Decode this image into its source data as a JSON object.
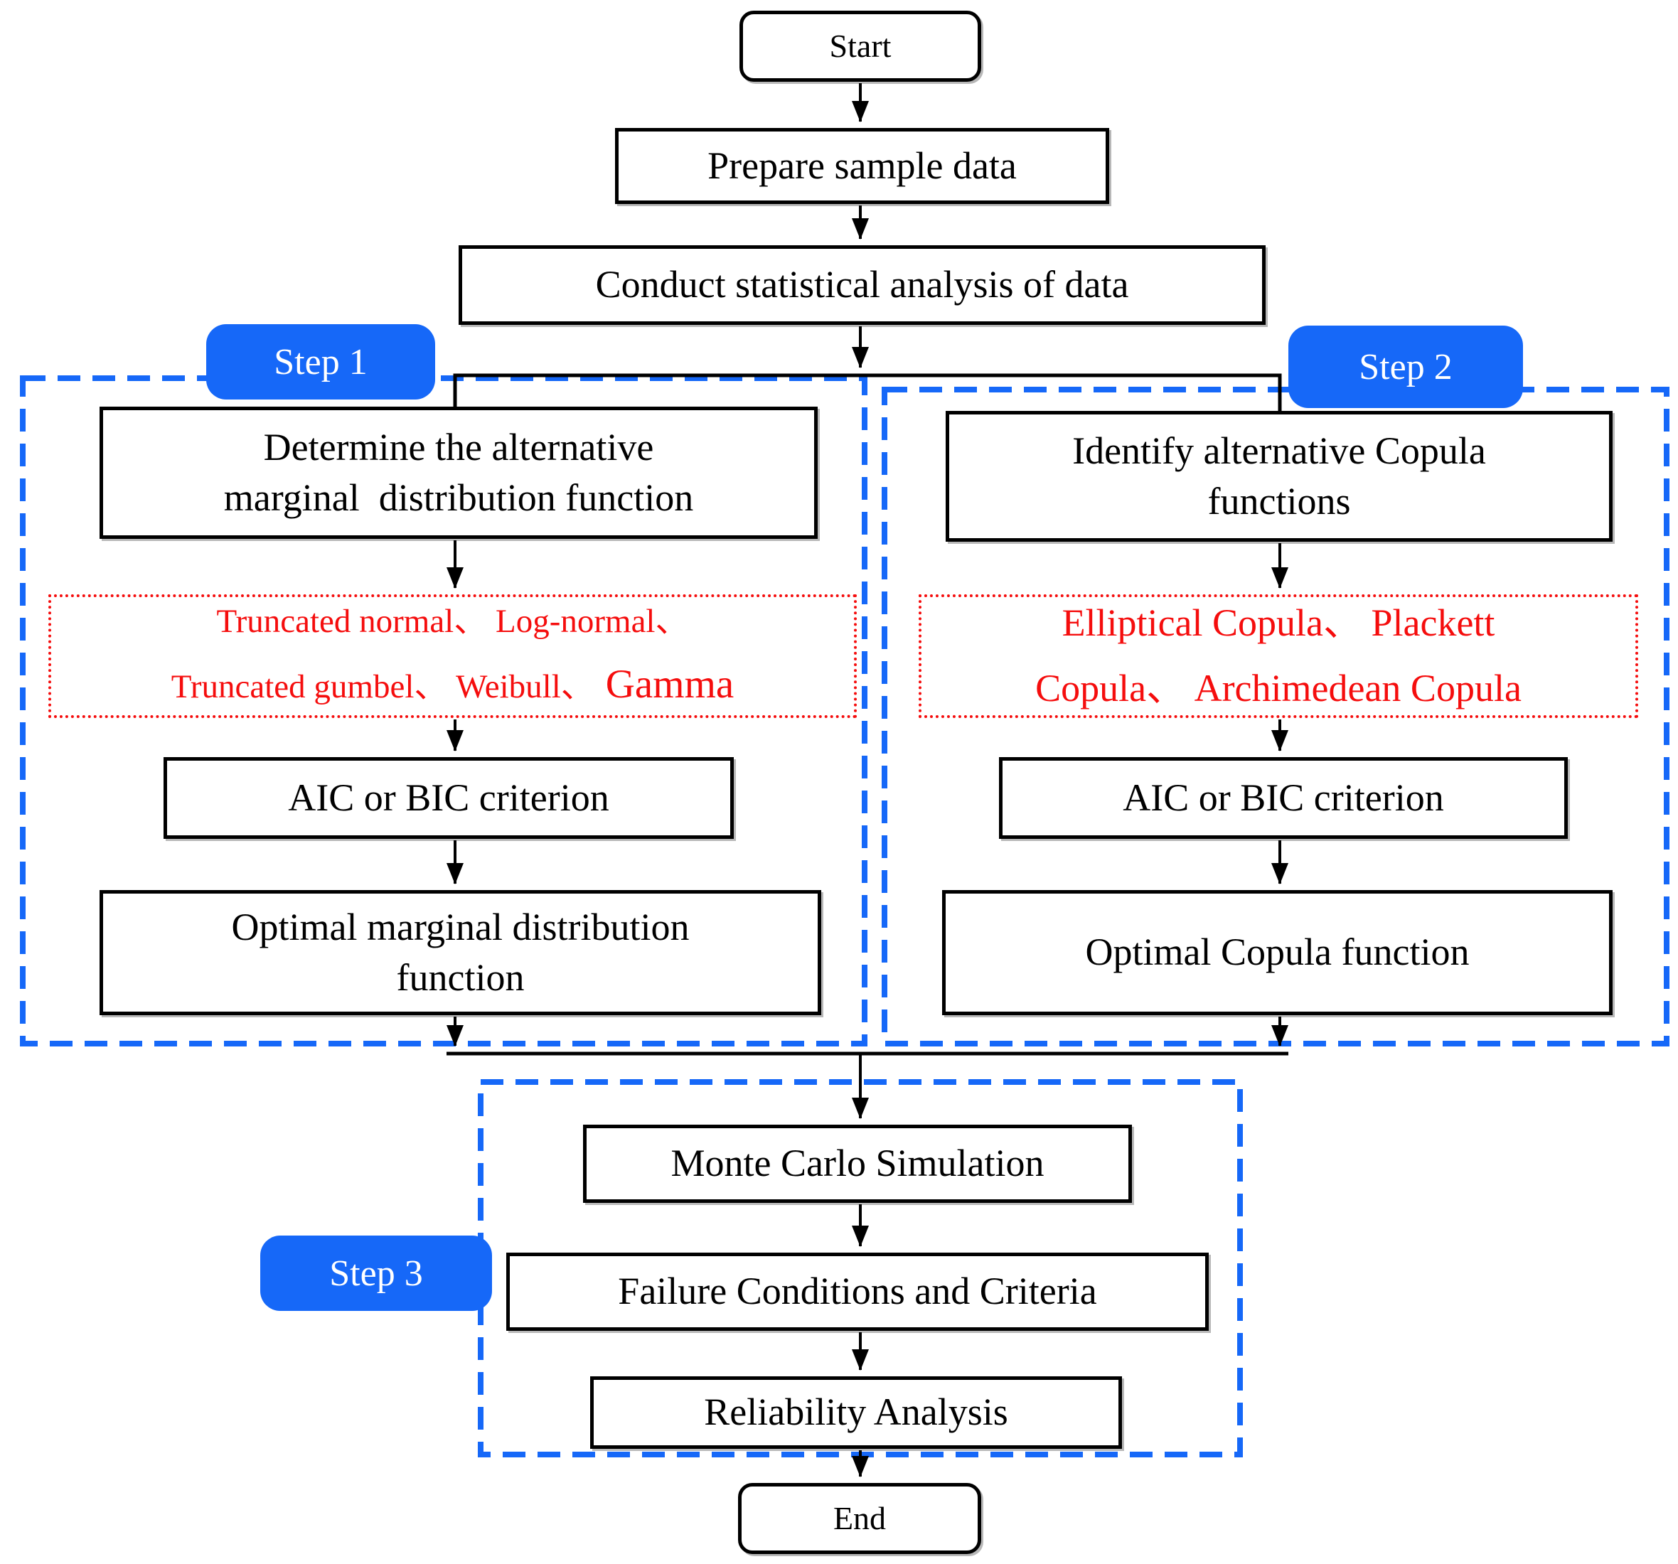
{
  "colors": {
    "accent_blue": "#1668f8",
    "alert_red": "#f50d0d",
    "box_border": "#000000",
    "background": "#ffffff"
  },
  "badges": {
    "step1": "Step 1",
    "step2": "Step 2",
    "step3": "Step 3"
  },
  "nodes": {
    "start": "Start",
    "prepare": "Prepare sample data",
    "conduct": "Conduct statistical analysis of data",
    "determine": {
      "line1": "Determine the alternative",
      "line2": "marginal  distribution function"
    },
    "marginal_candidates": {
      "line1": "Truncated normal、 Log-normal、",
      "line2a": "Truncated gumbel、 Weibull、",
      "line2b": "Gamma"
    },
    "aic_left": "AIC or BIC criterion",
    "optimal_marginal": {
      "line1": "Optimal marginal distribution",
      "line2": "function"
    },
    "identify": {
      "line1": "Identify alternative Copula",
      "line2": "functions"
    },
    "copula_candidates": {
      "line1": "Elliptical Copula、  Plackett",
      "line2": "Copula、  Archimedean Copula"
    },
    "aic_right": "AIC or BIC criterion",
    "optimal_copula": "Optimal Copula function",
    "monte_carlo": "Monte Carlo Simulation",
    "failure": "Failure Conditions and Criteria",
    "reliability": "Reliability Analysis",
    "end": "End"
  }
}
